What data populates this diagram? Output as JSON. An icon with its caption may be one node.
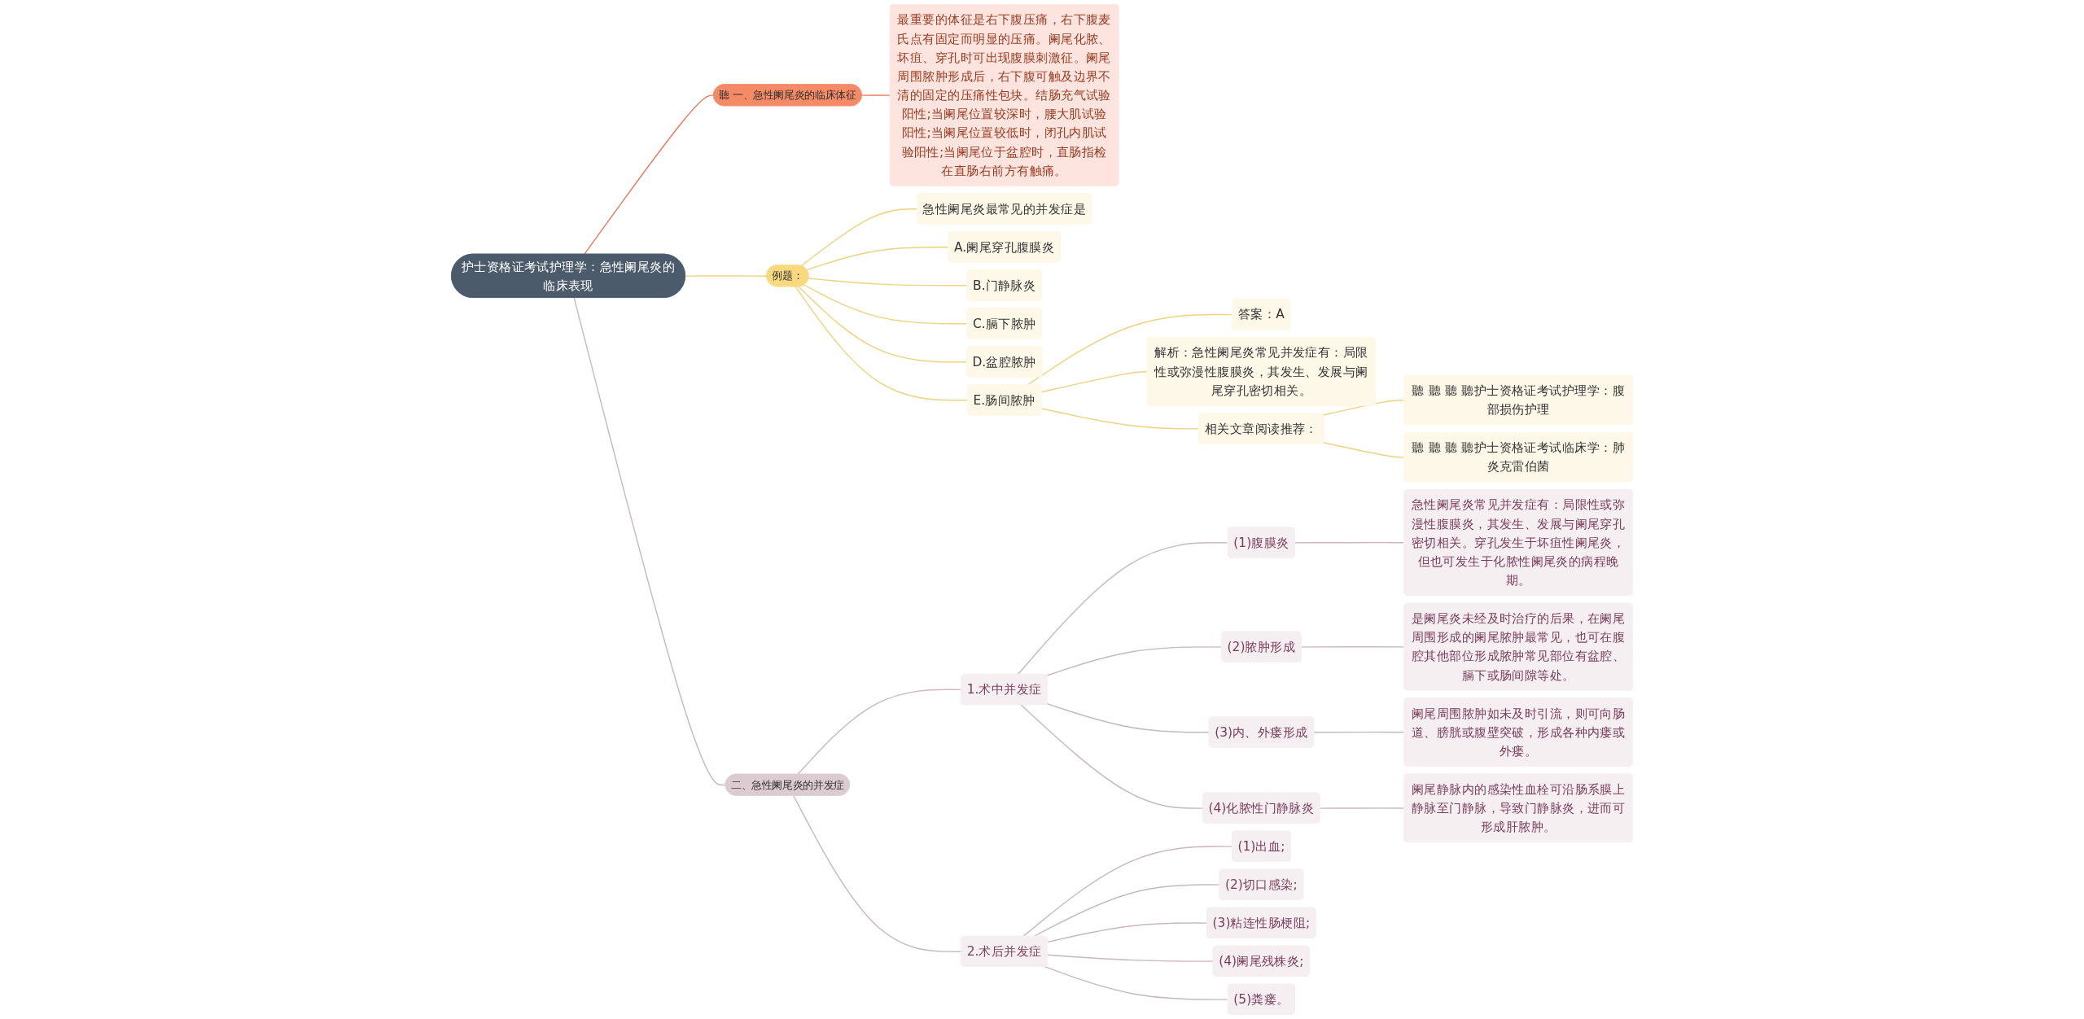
{
  "diagram": {
    "nodes": [
      {
        "text": [
          "护士资格证考试护理学：急性阑尾炎的临床表现"
        ]
      },
      {
        "text": [
          "聽 一、急性阑尾炎的临床体征"
        ]
      },
      {
        "text": [
          "最重要的体征是右下腹压痛，右下腹麦氏点有固定而明显的压痛。阑尾化脓、坏疽、穿孔时可出现腹膜刺激征。阑尾周围脓肿形成后，右下腹可触及边界不清的固定的压痛性包块。结肠充气试验阳性;当阑尾位置较深时，腰大肌试验阳性;当阑尾位置较低时，闭孔内肌试验阳性;当阑尾位于盆腔时，直肠指检在直肠右前方有触痛。"
        ]
      },
      {
        "text": [
          "例题："
        ]
      },
      {
        "text": [
          "急性阑尾炎最常见的并发症是"
        ]
      },
      {
        "text": [
          "A.阑尾穿孔腹膜炎"
        ]
      },
      {
        "text": [
          "B.门静脉炎"
        ]
      },
      {
        "text": [
          "C.膈下脓肿"
        ]
      },
      {
        "text": [
          "D.盆腔脓肿"
        ]
      },
      {
        "text": [
          "E.肠间脓肿"
        ]
      },
      {
        "text": [
          "答案：A"
        ]
      },
      {
        "text": [
          "解析：急性阑尾炎常见并发症有：局限性或弥漫性腹膜炎，其发生、发展与阑尾穿孔密切相关。"
        ]
      },
      {
        "text": [
          "相关文章阅读推荐："
        ]
      },
      {
        "text": [
          "聽 聽 聽 聽护士资格证考试护理学：腹部损伤护理"
        ]
      },
      {
        "text": [
          "聽 聽 聽 聽护士资格证考试临床学：肺炎克雷伯菌"
        ]
      },
      {
        "text": [
          "二、急性阑尾炎的并发症"
        ]
      },
      {
        "text": [
          "1.术中并发症"
        ]
      },
      {
        "text": [
          "(1)腹膜炎"
        ]
      },
      {
        "text": [
          "急性阑尾炎常见并发症有：局限性或弥漫性腹膜炎，其发生、发展与阑尾穿孔密切相关。穿孔发生于坏疽性阑尾炎，但也可发生于化脓性阑尾炎的病程晚期。"
        ]
      },
      {
        "text": [
          "(2)脓肿形成"
        ]
      },
      {
        "text": [
          "是阑尾炎未经及时治疗的后果，在阑尾周围形成的阑尾脓肿最常见，也可在腹腔其他部位形成脓肿常见部位有盆腔、膈下或肠间隙等处。"
        ]
      },
      {
        "text": [
          "(3)内、外瘘形成"
        ]
      },
      {
        "text": [
          "阑尾周围脓肿如未及时引流，则可向肠道、膀胱或腹壁突破，形成各种内瘘或外瘘。"
        ]
      },
      {
        "text": [
          "(4)化脓性门静脉炎"
        ]
      },
      {
        "text": [
          "阑尾静脉内的感染性血栓可沿肠系膜上静脉至门静脉，导致门静脉炎，进而可形成肝脓肿。"
        ]
      },
      {
        "text": [
          "2.术后并发症"
        ]
      },
      {
        "text": [
          "(1)出血;"
        ]
      },
      {
        "text": [
          "(2)切口感染;"
        ]
      },
      {
        "text": [
          "(3)粘连性肠梗阻;"
        ]
      },
      {
        "text": [
          "(4)阑尾残株炎;"
        ]
      },
      {
        "text": [
          "(5)粪瘘。"
        ]
      }
    ],
    "edges": [
      {
        "from": 0,
        "to": 1,
        "arrow": "none",
        "color": "#e8795c"
      },
      {
        "from": 1,
        "to": 2,
        "arrow": "none",
        "color": "#e8795c"
      },
      {
        "from": 0,
        "to": 3,
        "arrow": "none",
        "color": "#f0d27a"
      },
      {
        "from": 3,
        "to": 4,
        "arrow": "none",
        "color": "#f0d27a"
      },
      {
        "from": 3,
        "to": 5,
        "arrow": "none",
        "color": "#f0d27a"
      },
      {
        "from": 3,
        "to": 6,
        "arrow": "none",
        "color": "#f0d27a"
      },
      {
        "from": 3,
        "to": 7,
        "arrow": "none",
        "color": "#f0d27a"
      },
      {
        "from": 3,
        "to": 8,
        "arrow": "none",
        "color": "#f0d27a"
      },
      {
        "from": 3,
        "to": 9,
        "arrow": "none",
        "color": "#f0d27a"
      },
      {
        "from": 9,
        "to": 10,
        "arrow": "none",
        "color": "#f0d27a"
      },
      {
        "from": 9,
        "to": 11,
        "arrow": "none",
        "color": "#f0d27a"
      },
      {
        "from": 9,
        "to": 12,
        "arrow": "none",
        "color": "#f0d27a"
      },
      {
        "from": 12,
        "to": 13,
        "arrow": "none",
        "color": "#f0d27a"
      },
      {
        "from": 12,
        "to": 14,
        "arrow": "none",
        "color": "#f0d27a"
      },
      {
        "from": 0,
        "to": 15,
        "arrow": "none"
      },
      {
        "from": 15,
        "to": 16,
        "arrow": "none"
      },
      {
        "from": 16,
        "to": 17,
        "arrow": "none"
      },
      {
        "from": 17,
        "to": 18,
        "arrow": "none"
      },
      {
        "from": 16,
        "to": 19,
        "arrow": "none"
      },
      {
        "from": 19,
        "to": 20,
        "arrow": "none"
      },
      {
        "from": 16,
        "to": 21,
        "arrow": "none"
      },
      {
        "from": 21,
        "to": 22,
        "arrow": "none"
      },
      {
        "from": 16,
        "to": 23,
        "arrow": "none"
      },
      {
        "from": 23,
        "to": 24,
        "arrow": "none"
      },
      {
        "from": 15,
        "to": 25,
        "arrow": "none"
      },
      {
        "from": 25,
        "to": 26,
        "arrow": "none"
      },
      {
        "from": 25,
        "to": 27,
        "arrow": "none"
      },
      {
        "from": 25,
        "to": 28,
        "arrow": "none"
      },
      {
        "from": 25,
        "to": 29,
        "arrow": "none"
      },
      {
        "from": 25,
        "to": 30,
        "arrow": "none"
      }
    ]
  }
}
